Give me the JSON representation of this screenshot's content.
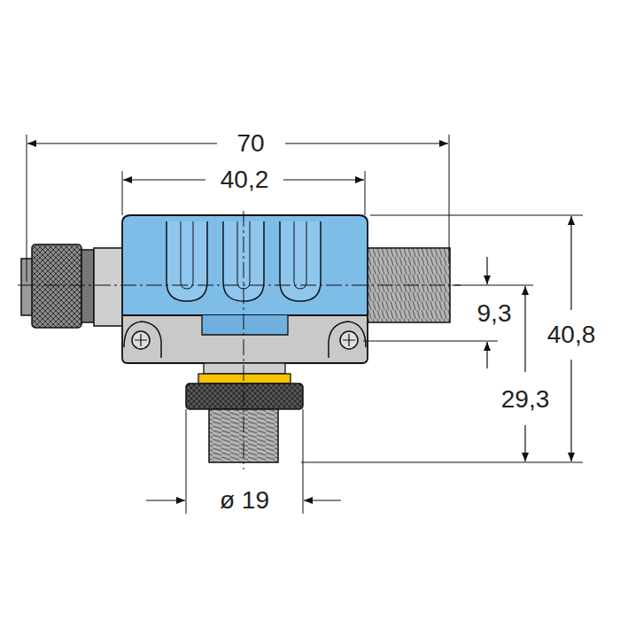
{
  "diagram": {
    "labels": [
      "70",
      "40,2",
      "9,3",
      "29,3",
      "40,8",
      "ø 19"
    ]
  }
}
